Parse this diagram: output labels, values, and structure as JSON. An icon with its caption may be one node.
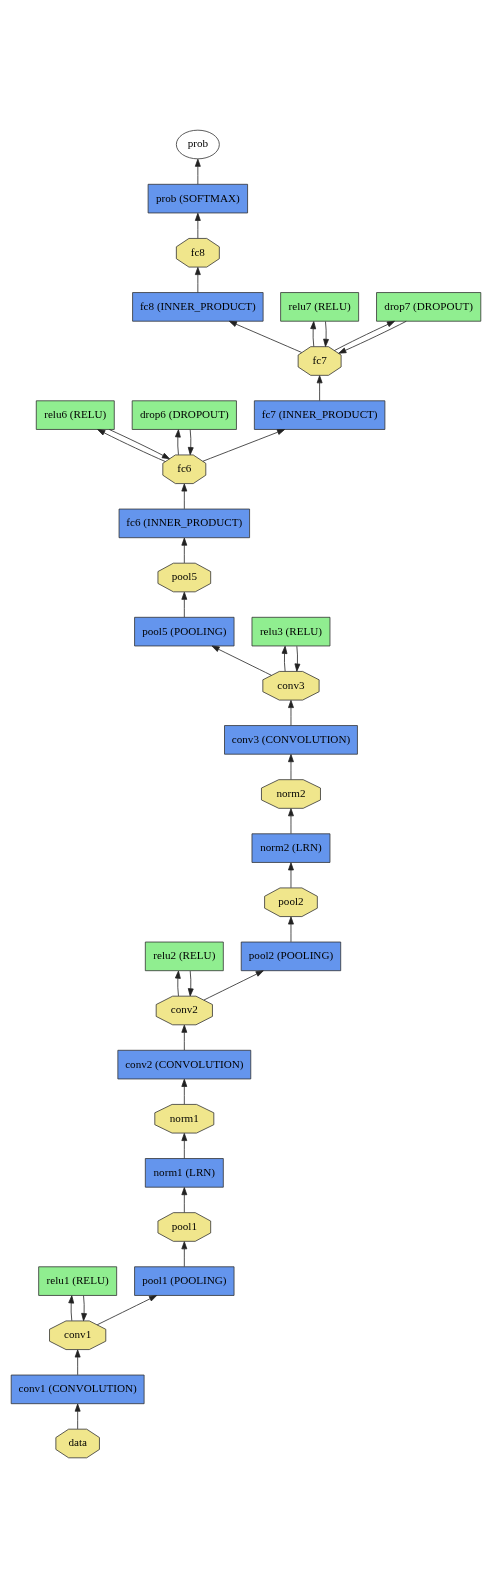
{
  "diagram": {
    "nodes": [
      {
        "text": [
          "prob"
        ]
      },
      {
        "text": [
          "prob (SOFTMAX)"
        ]
      },
      {
        "text": [
          "fc8"
        ]
      },
      {
        "text": [
          "fc8 (INNER_PRODUCT)"
        ]
      },
      {
        "text": [
          "relu7 (RELU)"
        ]
      },
      {
        "text": [
          "drop7 (DROPOUT)"
        ]
      },
      {
        "text": [
          "fc7"
        ]
      },
      {
        "text": [
          "relu6 (RELU)"
        ]
      },
      {
        "text": [
          "drop6 (DROPOUT)"
        ]
      },
      {
        "text": [
          "fc7 (INNER_PRODUCT)"
        ]
      },
      {
        "text": [
          "fc6"
        ]
      },
      {
        "text": [
          "fc6 (INNER_PRODUCT)"
        ]
      },
      {
        "text": [
          "pool5"
        ]
      },
      {
        "text": [
          "pool5 (POOLING)"
        ]
      },
      {
        "text": [
          "relu3 (RELU)"
        ]
      },
      {
        "text": [
          "conv3"
        ]
      },
      {
        "text": [
          "conv3 (CONVOLUTION)"
        ]
      },
      {
        "text": [
          "norm2"
        ]
      },
      {
        "text": [
          "norm2 (LRN)"
        ]
      },
      {
        "text": [
          "pool2"
        ]
      },
      {
        "text": [
          "relu2 (RELU)"
        ]
      },
      {
        "text": [
          "pool2 (POOLING)"
        ]
      },
      {
        "text": [
          "conv2"
        ]
      },
      {
        "text": [
          "conv2 (CONVOLUTION)"
        ]
      },
      {
        "text": [
          "norm1"
        ]
      },
      {
        "text": [
          "norm1 (LRN)"
        ]
      },
      {
        "text": [
          "pool1"
        ]
      },
      {
        "text": [
          "relu1 (RELU)"
        ]
      },
      {
        "text": [
          "pool1 (POOLING)"
        ]
      },
      {
        "text": [
          "conv1"
        ]
      },
      {
        "text": [
          "conv1 (CONVOLUTION)"
        ]
      },
      {
        "text": [
          "data"
        ]
      }
    ],
    "edges": [
      {
        "from": 31,
        "to": 30,
        "arrow": "to"
      },
      {
        "from": 30,
        "to": 29,
        "arrow": "to"
      },
      {
        "from": 29,
        "to": 27,
        "arrow": "to"
      },
      {
        "from": 27,
        "to": 29,
        "arrow": "to"
      },
      {
        "from": 29,
        "to": 28,
        "arrow": "to"
      },
      {
        "from": 28,
        "to": 26,
        "arrow": "to"
      },
      {
        "from": 26,
        "to": 25,
        "arrow": "to"
      },
      {
        "from": 25,
        "to": 24,
        "arrow": "to"
      },
      {
        "from": 24,
        "to": 23,
        "arrow": "to"
      },
      {
        "from": 23,
        "to": 22,
        "arrow": "to"
      },
      {
        "from": 22,
        "to": 20,
        "arrow": "to"
      },
      {
        "from": 20,
        "to": 22,
        "arrow": "to"
      },
      {
        "from": 22,
        "to": 21,
        "arrow": "to"
      },
      {
        "from": 21,
        "to": 19,
        "arrow": "to"
      },
      {
        "from": 19,
        "to": 18,
        "arrow": "to"
      },
      {
        "from": 18,
        "to": 17,
        "arrow": "to"
      },
      {
        "from": 17,
        "to": 16,
        "arrow": "to"
      },
      {
        "from": 16,
        "to": 15,
        "arrow": "to"
      },
      {
        "from": 15,
        "to": 13,
        "arrow": "to"
      },
      {
        "from": 15,
        "to": 14,
        "arrow": "to"
      },
      {
        "from": 14,
        "to": 15,
        "arrow": "to"
      },
      {
        "from": 13,
        "to": 12,
        "arrow": "to"
      },
      {
        "from": 12,
        "to": 11,
        "arrow": "to"
      },
      {
        "from": 11,
        "to": 10,
        "arrow": "to"
      },
      {
        "from": 10,
        "to": 7,
        "arrow": "to"
      },
      {
        "from": 7,
        "to": 10,
        "arrow": "to"
      },
      {
        "from": 10,
        "to": 8,
        "arrow": "to"
      },
      {
        "from": 8,
        "to": 10,
        "arrow": "to"
      },
      {
        "from": 10,
        "to": 9,
        "arrow": "to"
      },
      {
        "from": 9,
        "to": 6,
        "arrow": "to"
      },
      {
        "from": 6,
        "to": 3,
        "arrow": "to"
      },
      {
        "from": 6,
        "to": 4,
        "arrow": "to"
      },
      {
        "from": 4,
        "to": 6,
        "arrow": "to"
      },
      {
        "from": 6,
        "to": 5,
        "arrow": "to"
      },
      {
        "from": 5,
        "to": 6,
        "arrow": "to"
      },
      {
        "from": 3,
        "to": 2,
        "arrow": "to"
      },
      {
        "from": 2,
        "to": 1,
        "arrow": "to"
      },
      {
        "from": 1,
        "to": 0,
        "arrow": "to"
      }
    ]
  }
}
